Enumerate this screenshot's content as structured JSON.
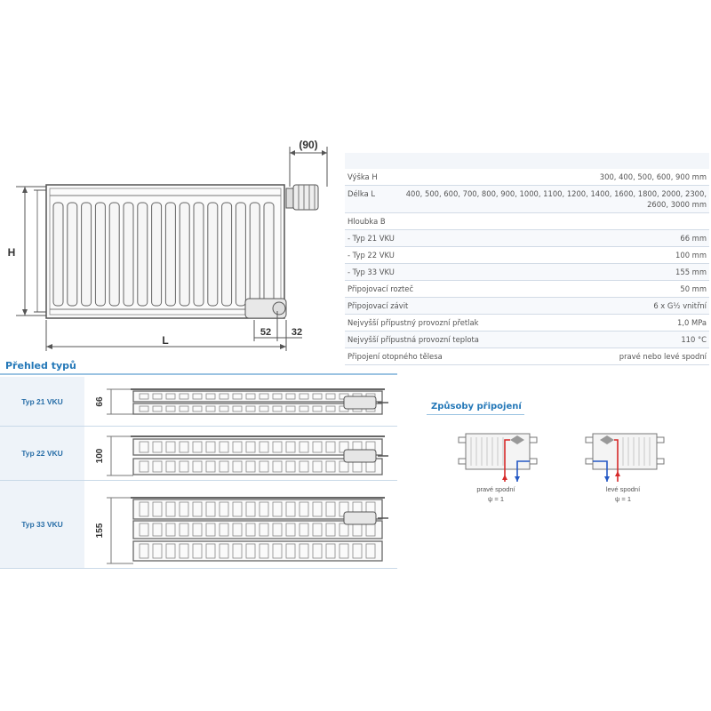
{
  "drawing": {
    "dim_90": "(90)",
    "dim_H": "H",
    "dim_L": "L",
    "dim_52": "52",
    "dim_32": "32"
  },
  "spec_rows": [
    {
      "label": "Výška H",
      "value": "300, 400, 500, 600, 900 mm"
    },
    {
      "label": "Délka L",
      "value": "400, 500, 600, 700, 800, 900, 1000, 1100, 1200, 1400, 1600, 1800, 2000, 2300, 2600, 3000 mm"
    },
    {
      "label": "Hloubka B",
      "value": ""
    },
    {
      "label": "- Typ 21 VKU",
      "value": "66 mm"
    },
    {
      "label": "- Typ 22 VKU",
      "value": "100 mm"
    },
    {
      "label": "- Typ 33 VKU",
      "value": "155 mm"
    },
    {
      "label": "Připojovací rozteč",
      "value": "50 mm"
    },
    {
      "label": "Připojovací závit",
      "value": "6 x G½ vnitřní"
    },
    {
      "label": "Nejvyšší přípustný provozní přetlak",
      "value": "1,0 MPa"
    },
    {
      "label": "Nejvyšší přípustná provozní teplota",
      "value": "110 °C"
    },
    {
      "label": "Připojení otopného tělesa",
      "value": "pravé nebo levé spodní"
    }
  ],
  "types": {
    "title": "Přehled typů",
    "rows": [
      {
        "label": "Typ 21 VKU",
        "depth": "66"
      },
      {
        "label": "Typ 22 VKU",
        "depth": "100"
      },
      {
        "label": "Typ 33 VKU",
        "depth": "155"
      }
    ]
  },
  "connection": {
    "title": "Způsoby připojení",
    "right": {
      "name": "pravé spodní",
      "psi": "ψ = 1"
    },
    "left": {
      "name": "levé spodní",
      "psi": "ψ = 1"
    }
  },
  "colors": {
    "accent": "#2478b8",
    "hot": "#d62a2a",
    "cold": "#2458c4",
    "line": "#555555"
  }
}
